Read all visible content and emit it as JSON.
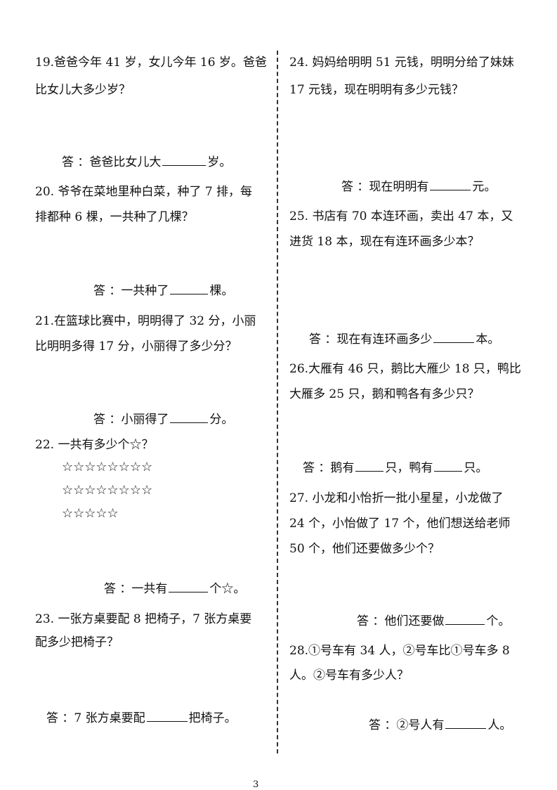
{
  "left": {
    "q19": {
      "line1": "19.爸爸今年 41 岁，女儿今年 16 岁。爸爸",
      "line2": "比女儿大多少岁？",
      "answer_pre": "答 ：爸爸比女儿大",
      "answer_post": "岁。"
    },
    "q20": {
      "line1": "20.  爷爷在菜地里种白菜，种了 7 排，每",
      "line2": "排都种 6 棵，一共种了几棵？",
      "answer_pre": "答 ：一共种了",
      "answer_post": "棵。"
    },
    "q21": {
      "line1": "21.在篮球比赛中，明明得了 32 分，小丽",
      "line2": "比明明多得 17 分，小丽得了多少分？",
      "answer_pre": "答 ：小丽得了",
      "answer_post": "分。"
    },
    "q22": {
      "line1": "22.  一共有多少个☆？",
      "stars_row1": "☆☆☆☆☆☆☆☆",
      "stars_row2": "☆☆☆☆☆☆☆☆",
      "stars_row3": "☆☆☆☆☆",
      "answer_pre": "答 ：一共有",
      "answer_post": "个☆。"
    },
    "q23": {
      "line1": "23.  一张方桌要配 8 把椅子，7 张方桌要",
      "line2": "配多少把椅子？",
      "answer_pre": "答 ：7 张方桌要配",
      "answer_post": "把椅子。"
    }
  },
  "right": {
    "q24": {
      "line1": "24.  妈妈给明明 51 元钱，明明分给了妹妹",
      "line2": "17 元钱，现在明明有多少元钱？",
      "answer_pre": "答 ：现在明明有",
      "answer_post": "元。"
    },
    "q25": {
      "line1": "25.  书店有 70 本连环画，卖出 47 本，又",
      "line2": "进货 18 本，现在有连环画多少本？",
      "answer_pre": "答 ：现在有连环画多少",
      "answer_post": "本。"
    },
    "q26": {
      "line1": "26.大雁有 46 只，鹅比大雁少 18 只，鸭比",
      "line2": "大雁多 25 只，鹅和鸭各有多少只？",
      "answer_pre": "答 ：鹅有",
      "answer_mid": "只，鸭有",
      "answer_post": "只。"
    },
    "q27": {
      "line1": "27.  小龙和小怡折一批小星星，小龙做了",
      "line2": "24 个，小怡做了 17 个，他们想送给老师",
      "line3": "50 个，他们还要做多少个？",
      "answer_pre": "答 ：他们还要做",
      "answer_post": "个。"
    },
    "q28": {
      "line1": "28.①号车有 34 人，②号车比①号车多 8",
      "line2": "人。②号车有多少人？",
      "answer_pre": "答 ：②号人有",
      "answer_post": "人。"
    }
  },
  "page_number": "3"
}
